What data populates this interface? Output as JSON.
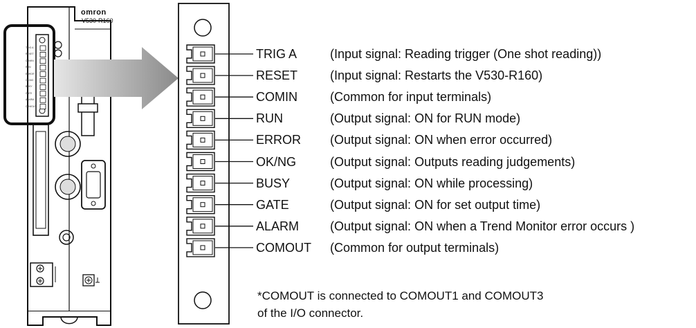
{
  "device": {
    "brand": "omron",
    "model": "V530-R160"
  },
  "terminals": [
    {
      "name": "TRIG A",
      "description": "(Input signal: Reading trigger (One shot reading))"
    },
    {
      "name": "RESET",
      "description": "(Input signal: Restarts the V530-R160)"
    },
    {
      "name": "COMIN",
      "description": "(Common for input terminals)"
    },
    {
      "name": "RUN",
      "description": "(Output signal: ON for RUN mode)"
    },
    {
      "name": "ERROR",
      "description": "(Output signal: ON when error occurred)"
    },
    {
      "name": "OK/NG",
      "description": "(Output signal: Outputs reading judgements)"
    },
    {
      "name": "BUSY",
      "description": "(Output signal: ON while processing)"
    },
    {
      "name": "GATE",
      "description": "(Output signal: ON for set output time)"
    },
    {
      "name": "ALARM",
      "description": "(Output signal: ON when a Trend Monitor error occurs )"
    },
    {
      "name": "COMOUT",
      "description": "(Common for output terminals)"
    }
  ],
  "footnote": {
    "line1": "*COMOUT is connected to COMOUT1 and COMOUT3",
    "line2": " of the I/O connector."
  },
  "colors": {
    "arrow_gradient_light": "#e8e8e8",
    "arrow_gradient_dark": "#8a8a8a",
    "outline": "#111111"
  }
}
